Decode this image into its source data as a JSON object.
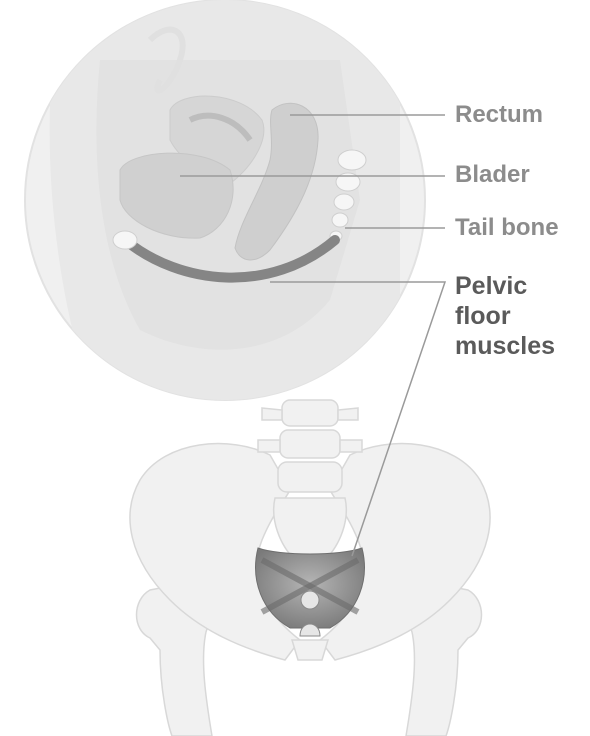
{
  "labels": {
    "rectum": "Rectum",
    "bladder": "Blader",
    "tailbone": "Tail bone",
    "pelvic_floor_line1": "Pelvic",
    "pelvic_floor_line2": "floor",
    "pelvic_floor_line3": "muscles"
  },
  "colors": {
    "label_gray": "#8c8c8c",
    "emphasis_label": "#5a5a5a",
    "leader_line": "#9a9a9a",
    "bone_fill": "#f1f1f1",
    "bone_stroke": "#d8d8d8",
    "organ_fill": "#d9d9d9",
    "muscle_fill": "#8a8a8a",
    "muscle_band": "#7a7a7a"
  }
}
